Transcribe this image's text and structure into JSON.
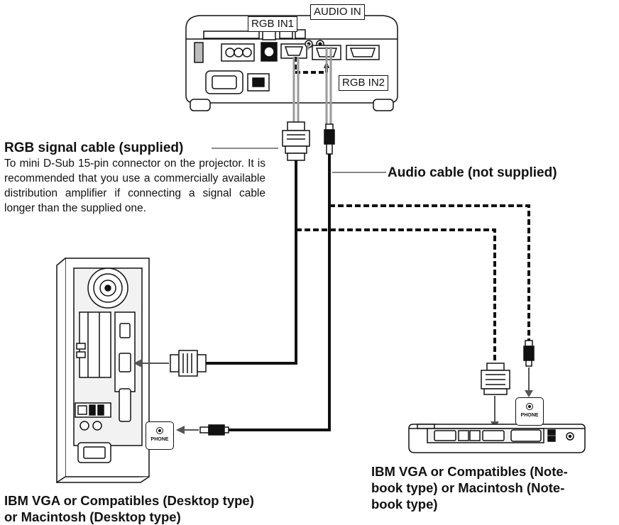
{
  "labels": {
    "rgb_in1": "RGB IN1",
    "audio_in": "AUDIO IN",
    "rgb_in2": "RGB IN2",
    "rgb_cable_title": "RGB signal cable (supplied)",
    "rgb_cable_desc": "To mini D-Sub 15-pin connector on the projector. It is recommended that you use a commercially available distribution amplifier if connecting a signal cable longer than the supplied one.",
    "audio_cable": "Audio cable (not supplied)",
    "desktop_caption_line1": "IBM VGA or Compatibles (Desktop type)",
    "desktop_caption_line2": "or Macintosh (Desktop type)",
    "notebook_caption_line1": "IBM VGA or Compatibles (Note-",
    "notebook_caption_line2": "book type) or Macintosh (Note-",
    "notebook_caption_line3": "book type)",
    "phone_desktop": "PHONE",
    "phone_notebook": "PHONE"
  },
  "icons": [
    "projector-icon",
    "desktop-computer-icon",
    "notebook-computer-icon",
    "vga-plug-icon",
    "mini-jack-plug-icon",
    "headphone-jack-icon"
  ],
  "colors": {
    "line": "#111111",
    "panel": "#f2f2f2",
    "shade": "#bdbdbd"
  }
}
